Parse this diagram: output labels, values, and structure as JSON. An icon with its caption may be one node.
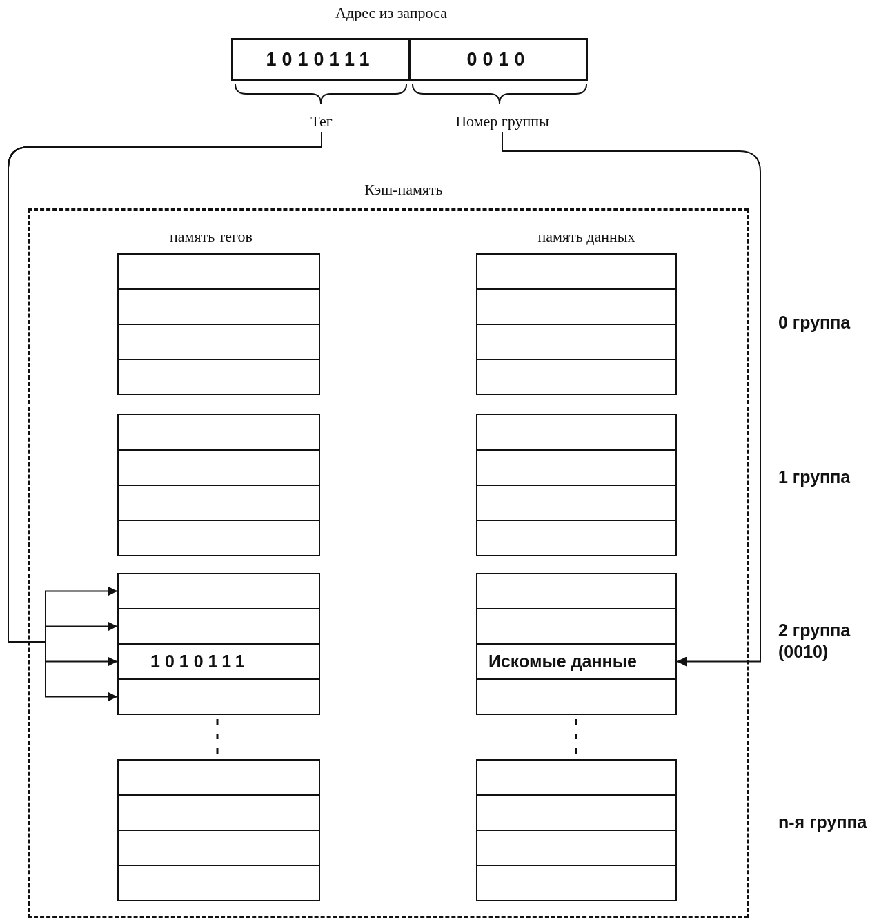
{
  "diagram": {
    "nodes": [
      {
        "text": [
          "1010111"
        ]
      },
      {
        "text": [
          "0010"
        ]
      },
      {
        "text": [
          "Тег"
        ]
      },
      {
        "text": [
          "Номер группы"
        ]
      },
      {
        "text": [
          "Кэш-память"
        ]
      },
      {
        "text": [],
        "shape": "box",
        "in": 4
      },
      {
        "text": [],
        "shape": "box",
        "in": 4
      },
      {
        "text": [],
        "shape": "box",
        "in": 4
      },
      {
        "text": [],
        "shape": "box",
        "in": 4
      },
      {
        "text": [],
        "shape": "box",
        "in": 4
      },
      {
        "text": [],
        "shape": "box",
        "in": 4
      },
      {
        "text": [],
        "shape": "box",
        "in": 4
      },
      {
        "text": [],
        "shape": "box",
        "in": 4
      },
      {
        "text": [],
        "shape": "box",
        "in": 4
      },
      {
        "text": [],
        "shape": "box",
        "in": 4
      },
      {
        "text": [
          "1010111"
        ],
        "in": 4
      },
      {
        "text": [],
        "shape": "box",
        "in": 4
      },
      {
        "text": [],
        "shape": "box",
        "in": 4
      },
      {
        "text": [],
        "shape": "box",
        "in": 4
      },
      {
        "text": [],
        "shape": "box",
        "in": 4
      },
      {
        "text": [],
        "shape": "box",
        "in": 4
      },
      {
        "text": [],
        "shape": "box",
        "in": 4
      },
      {
        "text": [],
        "shape": "box",
        "in": 4
      },
      {
        "text": [],
        "shape": "box",
        "in": 4
      },
      {
        "text": [],
        "shape": "box",
        "in": 4
      },
      {
        "text": [],
        "shape": "box",
        "in": 4
      },
      {
        "text": [],
        "shape": "box",
        "in": 4
      },
      {
        "text": [],
        "shape": "box",
        "in": 4
      },
      {
        "text": [],
        "shape": "box",
        "in": 4
      },
      {
        "text": [],
        "shape": "box",
        "in": 4
      },
      {
        "text": [],
        "shape": "box",
        "in": 4
      },
      {
        "text": [
          "Искомые данные"
        ],
        "in": 4
      },
      {
        "text": [],
        "shape": "box",
        "in": 4
      },
      {
        "text": [],
        "shape": "box",
        "in": 4
      },
      {
        "text": [],
        "shape": "box",
        "in": 4
      },
      {
        "text": [],
        "shape": "box",
        "in": 4
      },
      {
        "text": [],
        "shape": "box",
        "in": 4
      }
    ],
    "edges": [
      {
        "from": 2,
        "to": 13,
        "arrow": "to"
      },
      {
        "from": 2,
        "to": 14,
        "arrow": "to"
      },
      {
        "from": 2,
        "to": 15,
        "arrow": "to"
      },
      {
        "from": 2,
        "to": 16,
        "arrow": "to"
      },
      {
        "from": 3,
        "to": 31,
        "arrow": "to"
      }
    ],
    "labels": [
      "Адрес из запроса",
      "память тегов",
      "память данных",
      "0 группа",
      "1 группа",
      "2 группа (0010)",
      "n-я группа"
    ]
  }
}
